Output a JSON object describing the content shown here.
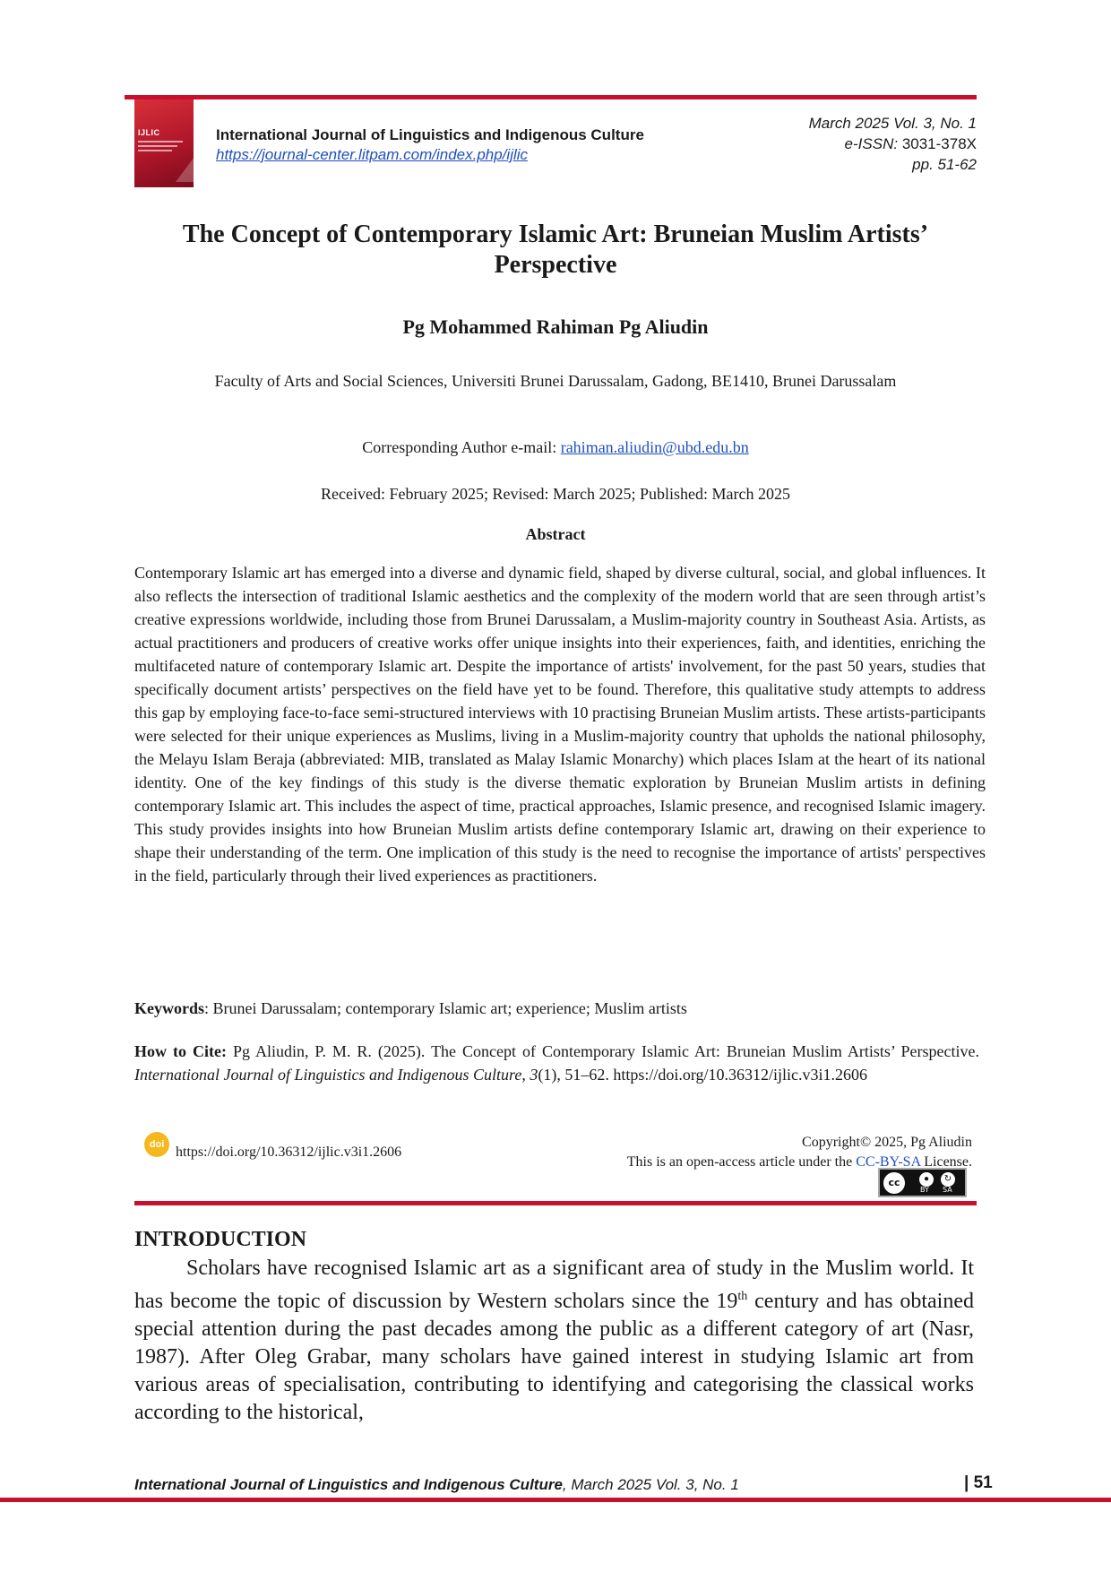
{
  "header": {
    "cover_label": "IJLIC",
    "journal_name": "International Journal of Linguistics and Indigenous Culture",
    "journal_url": "https://journal-center.litpam.com/index.php/ijlic",
    "issue": "March 2025 Vol. 3, No. 1",
    "issn_label": "e-ISSN:",
    "issn_value": "3031-378X",
    "pages": "pp. 51-62"
  },
  "title": "The Concept of Contemporary Islamic Art: Bruneian Muslim Artists’ Perspective",
  "author": "Pg Mohammed Rahiman Pg Aliudin",
  "affiliation": "Faculty of Arts and Social Sciences, Universiti Brunei Darussalam, Gadong, BE1410, Brunei Darussalam",
  "corresponding": {
    "label": "Corresponding Author e-mail:",
    "email": "rahiman.aliudin@ubd.edu.bn"
  },
  "dates": "Received: February 2025; Revised: March 2025; Published: March 2025",
  "abstract": {
    "heading": "Abstract",
    "text": "Contemporary Islamic art has emerged into a diverse and dynamic field, shaped by diverse cultural, social, and global influences. It also reflects the intersection of traditional Islamic aesthetics and the complexity of the modern world that are seen through artist’s creative expressions worldwide, including those from Brunei Darussalam, a Muslim-majority country in Southeast Asia. Artists, as actual practitioners and producers of creative works offer unique insights into their experiences, faith, and identities, enriching the multifaceted nature of contemporary Islamic art. Despite the importance of artists' involvement, for the past 50 years, studies that specifically document artists’ perspectives on the field have yet to be found. Therefore, this qualitative study attempts to address this gap by employing face-to-face semi-structured interviews with 10 practising Bruneian Muslim artists. These artists-participants were selected for their unique experiences as Muslims, living in a Muslim-majority country that upholds the national philosophy, the Melayu Islam Beraja (abbreviated: MIB, translated as Malay Islamic Monarchy) which places Islam at the heart of its national identity. One of the key findings of this study is the diverse thematic exploration by Bruneian Muslim artists in defining contemporary Islamic art. This includes the aspect of time, practical approaches, Islamic presence, and recognised Islamic imagery. This study provides insights into how Bruneian Muslim artists define contemporary Islamic art, drawing on their experience to shape their understanding of the term. One implication of this study is the need to recognise the importance of artists' perspectives in the field, particularly through their lived experiences as practitioners."
  },
  "keywords": {
    "label": "Keywords",
    "text": ": Brunei Darussalam; contemporary Islamic art; experience; Muslim artists"
  },
  "citation": {
    "label": "How to Cite:",
    "text_before": " Pg Aliudin, P. M. R. (2025). The Concept of Contemporary Islamic Art: Bruneian Muslim Artists’ Perspective. ",
    "journal_italic": "International Journal of Linguistics and Indigenous Culture",
    "sep1": ", ",
    "volume_italic": "3",
    "text_after": "(1), 51–62. https://doi.org/10.36312/ijlic.v3i1.2606"
  },
  "doi": {
    "badge": "doi",
    "url": "https://doi.org/10.36312/ijlic.v3i1.2606"
  },
  "license": {
    "copyright": "Copyright© 2025, Pg Aliudin",
    "text_before": "This is an open-access article under the ",
    "link": "CC-BY-SA",
    "text_after": " License.",
    "badge_cc": "cc",
    "badge_by": "BY",
    "badge_sa": "SA"
  },
  "introduction": {
    "heading": "INTRODUCTION",
    "p1_a": "Scholars have recognised Islamic art as a significant area of study in the Muslim world. It has become the topic of discussion by Western scholars since the 19",
    "p1_sup": "th",
    "p1_b": " century and has obtained special attention during the past decades among the public as a different category of art (Nasr, 1987). After Oleg Grabar, many scholars have gained interest in studying Islamic art from various areas of specialisation, contributing to identifying and categorising the classical works according to the historical,"
  },
  "footer": {
    "journal": "International Journal of Linguistics and Indigenous Culture",
    "issue": ", March 2025 Vol. 3, No. 1",
    "page_sep": "|",
    "page_number": "51"
  },
  "colors": {
    "accent_red": "#c8102e",
    "link_blue": "#1f4fbf",
    "doi_yellow": "#f5b81c"
  }
}
